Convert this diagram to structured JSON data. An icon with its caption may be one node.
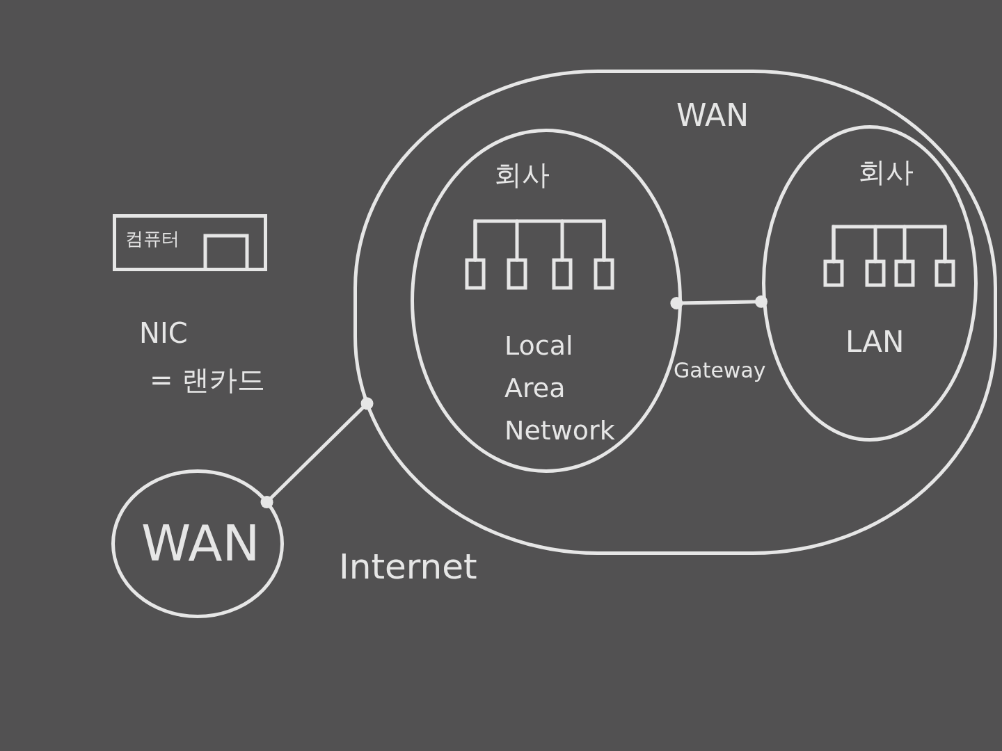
{
  "diagram": {
    "nodes": [
      {
        "text": [
          "WAN"
        ]
      },
      {
        "text": [
          "회사",
          "Local Area Network"
        ],
        "in": 0
      },
      {
        "text": [
          "회사",
          "LAN"
        ],
        "in": 0
      },
      {
        "text": [
          "컴퓨터"
        ]
      },
      {
        "text": [
          "WAN"
        ]
      }
    ],
    "edges": [
      {
        "from": 1,
        "to": 2,
        "arrow": "other",
        "label": "Gateway"
      },
      {
        "from": 4,
        "to": 0,
        "arrow": "other",
        "label": "Internet"
      }
    ],
    "labels": [
      "NIC",
      "= 랜카드"
    ]
  }
}
